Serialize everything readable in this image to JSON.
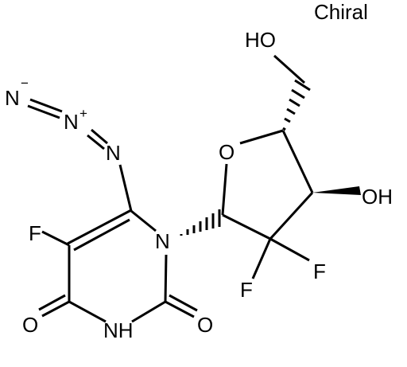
{
  "chiral_label": "Chiral",
  "atoms": {
    "n_terminal": "N",
    "n_terminal_charge": "−",
    "n_central": "N",
    "n_central_charge": "+",
    "n_azide": "N",
    "fluoro_ring": "F",
    "n1": "N",
    "o4": "O",
    "n3h": "NH",
    "o2": "O",
    "ring_o": "O",
    "hydroxymethyl": "HO",
    "hydroxyl": "OH",
    "fluoro_a": "F",
    "fluoro_b": "F"
  },
  "colors": {
    "bond": "#000000",
    "text": "#000000",
    "background": "#ffffff"
  }
}
